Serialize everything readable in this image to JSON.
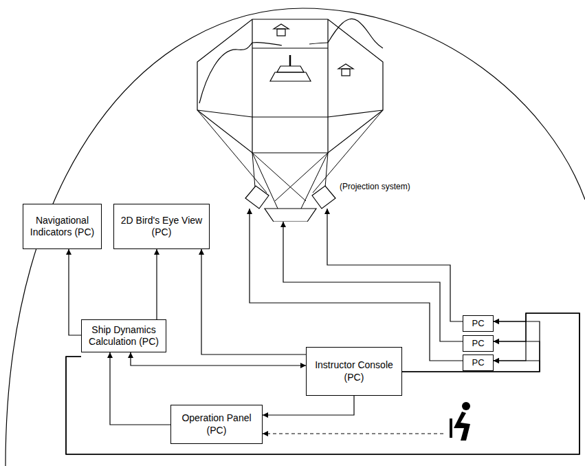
{
  "diagram": {
    "nodes": [
      {
        "text": [
          "(Projection system)"
        ]
      },
      {
        "text": [
          "Navigational Indicators (PC)"
        ]
      },
      {
        "text": [
          "2D Bird's Eye View (PC)"
        ]
      },
      {
        "text": [
          "PC"
        ]
      },
      {
        "text": [
          "PC"
        ]
      },
      {
        "text": [
          "PC"
        ]
      },
      {
        "text": [
          "Ship Dynamics Calculation (PC)"
        ]
      },
      {
        "text": [
          "Instructor Console (PC)"
        ]
      },
      {
        "text": [
          "Operation Panel (PC)"
        ]
      }
    ],
    "edges": [
      {
        "from": 6,
        "to": 1,
        "arrow": "to"
      },
      {
        "from": 6,
        "to": 2,
        "arrow": "to"
      },
      {
        "from": 7,
        "to": 2,
        "arrow": "to"
      },
      {
        "from": 6,
        "to": 7,
        "arrow": "both"
      },
      {
        "from": 7,
        "to": 8,
        "arrow": "to"
      },
      {
        "from": 8,
        "to": 6,
        "arrow": "to"
      },
      {
        "from": 3,
        "to": 0,
        "arrow": "to"
      },
      {
        "from": 4,
        "to": 0,
        "arrow": "to"
      },
      {
        "from": 5,
        "to": 0,
        "arrow": "to"
      },
      {
        "from": 6,
        "to": 3,
        "arrow": "to"
      },
      {
        "from": 6,
        "to": 4,
        "arrow": "to"
      },
      {
        "from": 6,
        "to": 5,
        "arrow": "to"
      },
      {
        "from": 7,
        "to": 3,
        "arrow": "to"
      },
      {
        "from": 7,
        "to": 4,
        "arrow": "to"
      },
      {
        "from": 7,
        "to": 5,
        "arrow": "to"
      }
    ]
  }
}
